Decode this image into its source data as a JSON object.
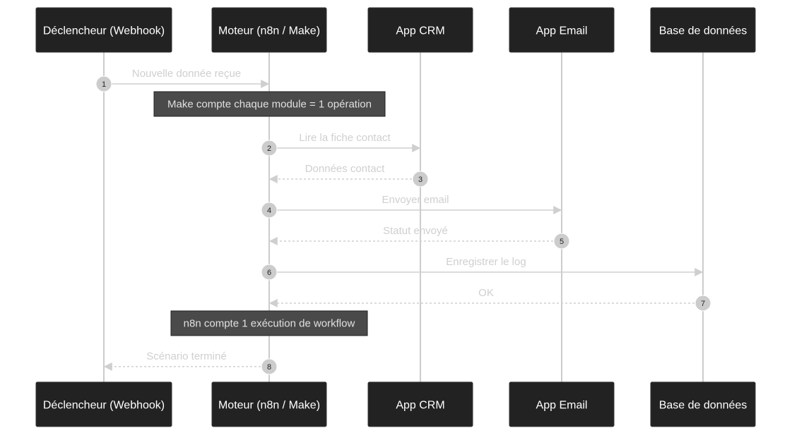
{
  "participants": [
    {
      "id": "trigger",
      "label": "Déclencheur (Webhook)"
    },
    {
      "id": "engine",
      "label": "Moteur (n8n / Make)"
    },
    {
      "id": "crm",
      "label": "App CRM"
    },
    {
      "id": "email",
      "label": "App Email"
    },
    {
      "id": "db",
      "label": "Base de données"
    }
  ],
  "messages": [
    {
      "number": "1",
      "from": "trigger",
      "to": "engine",
      "label": "Nouvelle donnée reçue",
      "type": "solid"
    },
    {
      "number": "2",
      "from": "engine",
      "to": "crm",
      "label": "Lire la fiche contact",
      "type": "solid"
    },
    {
      "number": "3",
      "from": "crm",
      "to": "engine",
      "label": "Données contact",
      "type": "dotted"
    },
    {
      "number": "4",
      "from": "engine",
      "to": "email",
      "label": "Envoyer email",
      "type": "solid"
    },
    {
      "number": "5",
      "from": "email",
      "to": "engine",
      "label": "Statut envoyé",
      "type": "dotted"
    },
    {
      "number": "6",
      "from": "engine",
      "to": "db",
      "label": "Enregistrer le log",
      "type": "solid"
    },
    {
      "number": "7",
      "from": "db",
      "to": "engine",
      "label": "OK",
      "type": "dotted"
    },
    {
      "number": "8",
      "from": "engine",
      "to": "trigger",
      "label": "Scénario terminé",
      "type": "dotted"
    }
  ],
  "notes": [
    {
      "text": "Make compte chaque module = 1 opération",
      "after_message": 1
    },
    {
      "text": "n8n compte 1 exécution de workflow",
      "after_message": 7
    }
  ],
  "colors": {
    "actor_fill": "#222222",
    "actor_text": "#ffffff",
    "line": "#cccccc",
    "message_text": "#cfcfcf",
    "note_fill": "#4a4a4a",
    "note_text": "#e0e0e0"
  }
}
